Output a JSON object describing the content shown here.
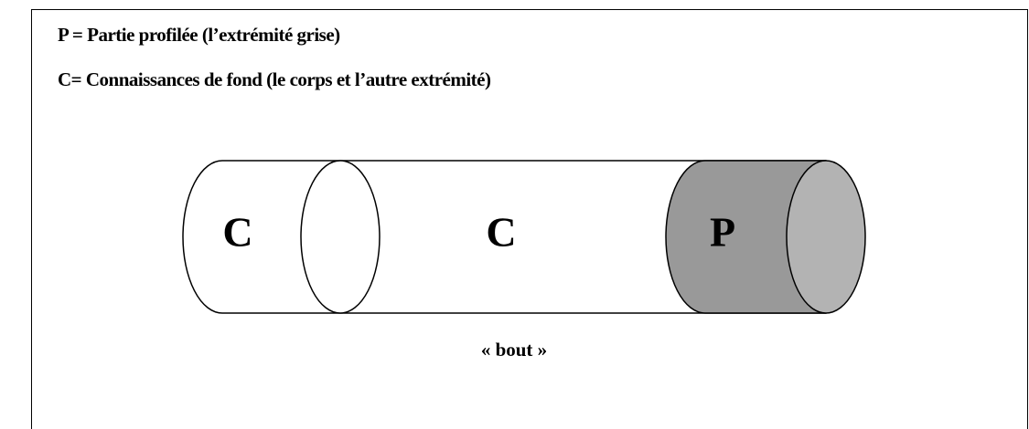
{
  "legend": {
    "p_line": "P = Partie profilée (l’extrémité grise)",
    "c_line": "C= Connaissances de fond (le corps et l’autre extrémité)"
  },
  "diagram": {
    "left_end_label": "C",
    "body_label": "C",
    "profiled_label": "P",
    "caption": "« bout »"
  },
  "colors": {
    "profiled_body": "#999999",
    "profiled_cap": "#b3b3b3",
    "outline": "#000000"
  }
}
